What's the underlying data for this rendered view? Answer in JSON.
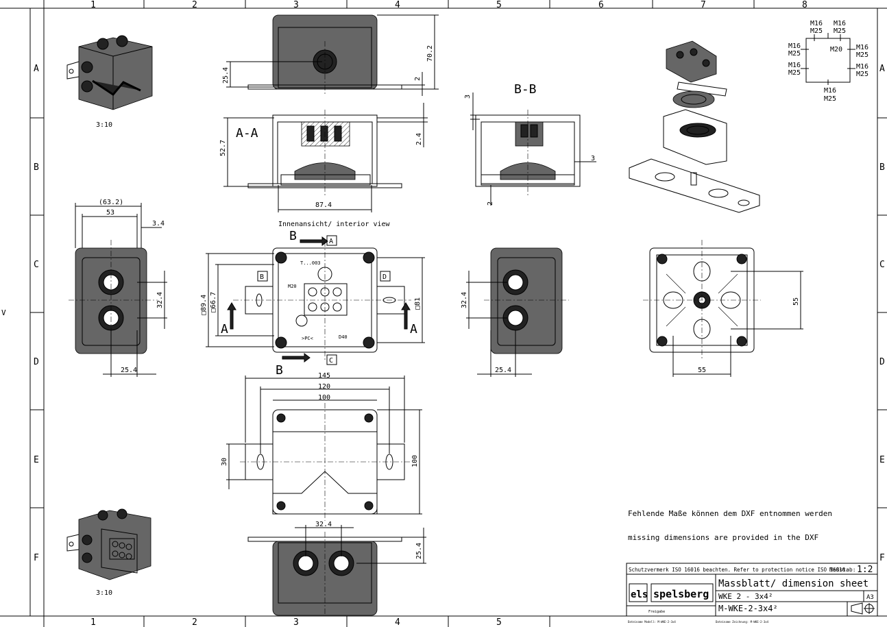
{
  "border": {
    "columns": [
      "1",
      "2",
      "3",
      "4",
      "5",
      "6",
      "7",
      "8"
    ],
    "rows": [
      "A",
      "B",
      "C",
      "D",
      "E",
      "F"
    ],
    "side_mark": "V"
  },
  "views": {
    "scale_top": "3:10",
    "scale_bottom": "3:10",
    "section_aa": "A-A",
    "section_bb": "B-B",
    "interior_label": "Innenansicht/ interior view",
    "cut_b": "B",
    "cut_a": "A",
    "box_a": "A",
    "box_b": "B",
    "box_c": "C",
    "box_d": "D",
    "inner_marks": [
      "T...003",
      "M20",
      "D40",
      ">PC<"
    ]
  },
  "dimensions": {
    "d70_2": "70.2",
    "d25_4_top": "25.4",
    "d2_top": "2",
    "d52_7": "52.7",
    "d2_4": "2.4",
    "d87_4": "87.4",
    "d3_bb_top": "3",
    "d3_bb_side": "3",
    "d2_bb": "2",
    "d63_2": "(63.2)",
    "d53": "53",
    "d3_4": "3.4",
    "d32_4_left": "32.4",
    "d25_4_left": "25.4",
    "d89_4": "□89.4",
    "d66_7": "□66.7",
    "d81": "□81",
    "d32_4_right": "32.4",
    "d25_4_right": "25.4",
    "d55_v": "55",
    "d55_h": "55",
    "d145": "145",
    "d120": "120",
    "d100_h": "100",
    "d30": "30",
    "d100_v": "100",
    "d32_4_bottom": "32.4",
    "d25_4_bottom": "25.4"
  },
  "entry_diagram": {
    "top_left": [
      "M16",
      "M25"
    ],
    "top_right": [
      "M16",
      "M25"
    ],
    "left_top": [
      "M16",
      "M25"
    ],
    "left_bottom": [
      "M16",
      "M25"
    ],
    "right_top": [
      "M16",
      "M25"
    ],
    "right_bottom": [
      "M16",
      "M25"
    ],
    "bottom": [
      "M16",
      "M25"
    ],
    "center": "M20"
  },
  "notes": {
    "de": "Fehlende Maße können dem DXF entnommen werden",
    "en": "missing dimensions are provided in the DXF"
  },
  "title_block": {
    "notice": "Schutzvermerk ISO 16016 beachten. Refer to protection notice ISO 16016.",
    "scale_label": "Maßstab:",
    "scale_value": "1:2",
    "logo_a": "els",
    "logo_b": "spelsberg",
    "title": "Massblatt/ dimension sheet",
    "product": "WKE 2 - 3x4²",
    "drawing_no": "M-WKE-2-3x4²",
    "format": "A3",
    "approval": "Freigabe",
    "file_a": "Dateiname Modell: M-WKE-2-3x4",
    "file_b": "Dateiname Zeichnung: M-WKE-2-3x4"
  },
  "colors": {
    "line": "#000000",
    "body": "#666666",
    "dark": "#222222",
    "paper": "#ffffff"
  }
}
